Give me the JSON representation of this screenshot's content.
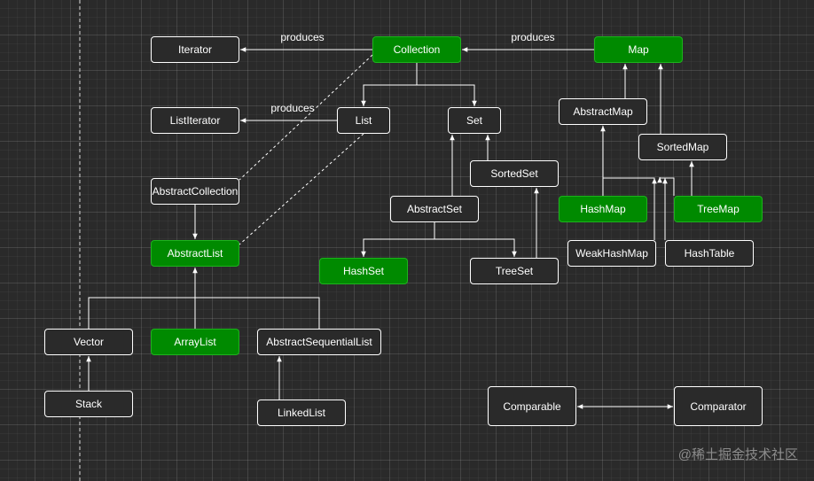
{
  "colors": {
    "background": "#2a2a2a",
    "line": "#ffffff",
    "highlight": "#008a00"
  },
  "nodes": [
    {
      "id": "iterator",
      "label": "Iterator",
      "green": false
    },
    {
      "id": "collection",
      "label": "Collection",
      "green": true
    },
    {
      "id": "map",
      "label": "Map",
      "green": true
    },
    {
      "id": "listiterator",
      "label": "ListIterator",
      "green": false
    },
    {
      "id": "list",
      "label": "List",
      "green": false
    },
    {
      "id": "set",
      "label": "Set",
      "green": false
    },
    {
      "id": "abstractmap",
      "label": "AbstractMap",
      "green": false
    },
    {
      "id": "sortedmap",
      "label": "SortedMap",
      "green": false
    },
    {
      "id": "sortedset",
      "label": "SortedSet",
      "green": false
    },
    {
      "id": "abstractcollection",
      "label": "AbstractCollection",
      "green": false
    },
    {
      "id": "abstractset",
      "label": "AbstractSet",
      "green": false
    },
    {
      "id": "hashmap",
      "label": "HashMap",
      "green": true
    },
    {
      "id": "treemap",
      "label": "TreeMap",
      "green": true
    },
    {
      "id": "abstractlist",
      "label": "AbstractList",
      "green": true
    },
    {
      "id": "hashset",
      "label": "HashSet",
      "green": true
    },
    {
      "id": "treeset",
      "label": "TreeSet",
      "green": false
    },
    {
      "id": "weakhashmap",
      "label": "WeakHashMap",
      "green": false
    },
    {
      "id": "hashtable",
      "label": "HashTable",
      "green": false
    },
    {
      "id": "vector",
      "label": "Vector",
      "green": false
    },
    {
      "id": "arraylist",
      "label": "ArrayList",
      "green": true
    },
    {
      "id": "abstractsequentiallist",
      "label": "AbstractSequentialList",
      "green": false
    },
    {
      "id": "stack",
      "label": "Stack",
      "green": false
    },
    {
      "id": "linkedlist",
      "label": "LinkedList",
      "green": false
    },
    {
      "id": "comparable",
      "label": "Comparable",
      "green": false
    },
    {
      "id": "comparator",
      "label": "Comparator",
      "green": false
    }
  ],
  "edge_labels": [
    {
      "id": "collection-iterator",
      "text": "produces"
    },
    {
      "id": "map-collection",
      "text": "produces"
    },
    {
      "id": "list-listiterator",
      "text": "produces"
    }
  ],
  "watermark": "@稀土掘金技术社区"
}
